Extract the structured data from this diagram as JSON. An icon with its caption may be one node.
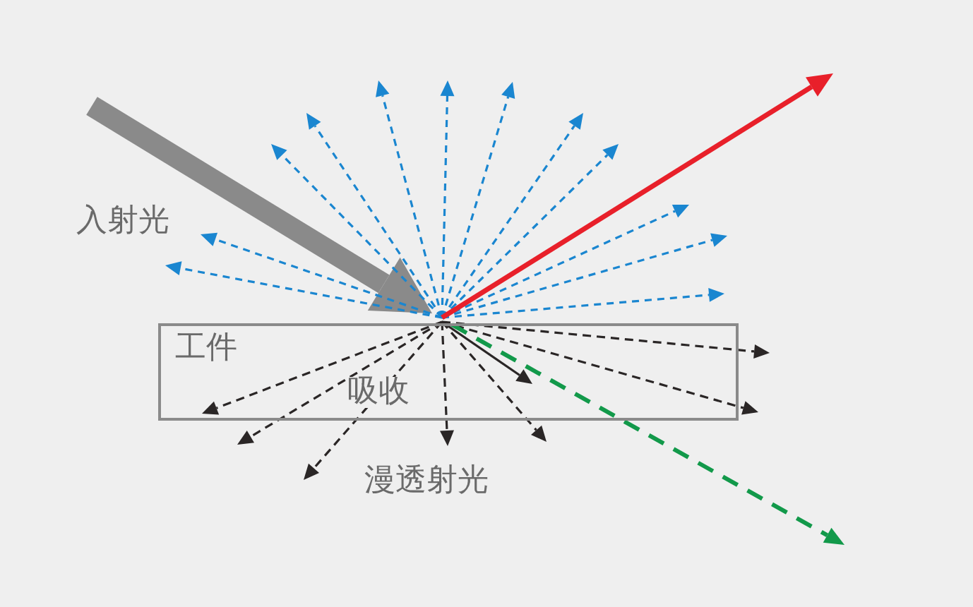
{
  "diagram": {
    "nodes": [
      {
        "text": [
          "工件",
          "吸收"
        ]
      }
    ],
    "labels": [
      "入射光",
      "漫透射光"
    ]
  }
}
